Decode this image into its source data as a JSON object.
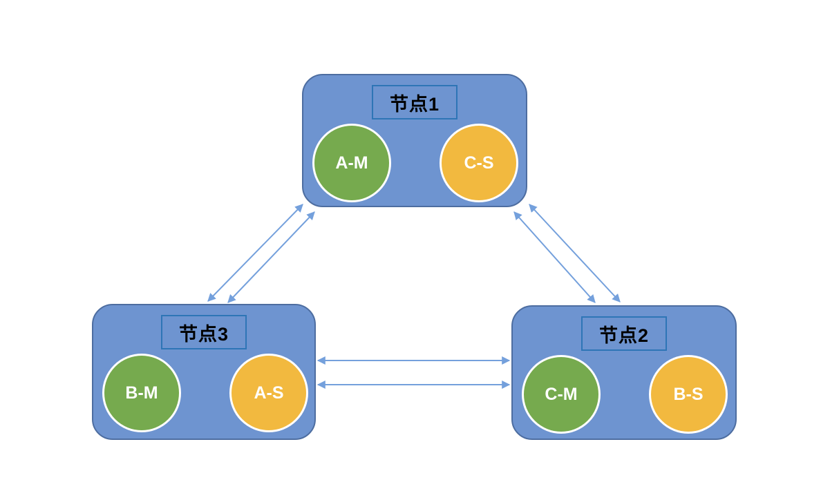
{
  "diagram": {
    "nodes": [
      {
        "id": "node-1",
        "label": "节点1",
        "circles": [
          {
            "label": "A-M",
            "role": "master"
          },
          {
            "label": "C-S",
            "role": "slave"
          }
        ]
      },
      {
        "id": "node-3",
        "label": "节点3",
        "circles": [
          {
            "label": "B-M",
            "role": "master"
          },
          {
            "label": "A-S",
            "role": "slave"
          }
        ]
      },
      {
        "id": "node-2",
        "label": "节点2",
        "circles": [
          {
            "label": "C-M",
            "role": "master"
          },
          {
            "label": "B-S",
            "role": "slave"
          }
        ]
      }
    ],
    "connections": [
      {
        "from": "节点1",
        "to": "节点3",
        "arrows": 2,
        "direction": "bidirectional"
      },
      {
        "from": "节点1",
        "to": "节点2",
        "arrows": 2,
        "direction": "bidirectional"
      },
      {
        "from": "节点3",
        "to": "节点2",
        "arrows": 2,
        "direction": "bidirectional"
      }
    ]
  },
  "colors": {
    "background": "#ffffff",
    "node_fill": "#6E94D0",
    "node_border": "#4D6DA0",
    "label_box_border": "#2E75B6",
    "master_circle_fill": "#76AA4E",
    "slave_circle_fill": "#F2B93F",
    "circle_border": "#FFFFFF",
    "circle_text": "#FFFFFF",
    "label_text": "#000000",
    "arrow": "#74A0DC"
  }
}
